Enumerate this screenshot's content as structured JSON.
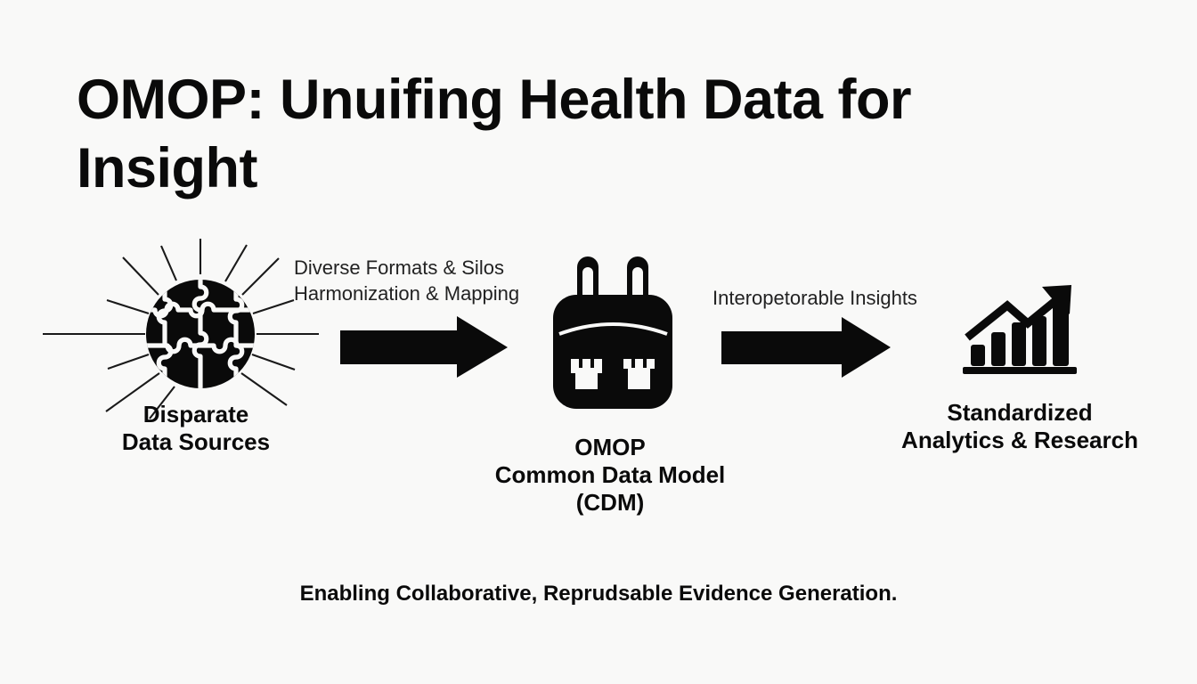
{
  "slide": {
    "background_color": "#f9f9f8",
    "ink_color": "#0a0a0a",
    "title": "OMOP: Unuifing Health Data for Insight",
    "tagline": "Enabling Collaborative, Reprudsable Evidence Generation."
  },
  "diagram": {
    "type": "flow",
    "direction": "left-to-right",
    "stages": [
      {
        "id": "sources",
        "icon": "puzzle-sphere-icon",
        "label": "Disparate\nData Sources"
      },
      {
        "id": "cdm",
        "icon": "database-plug-icon",
        "label": "OMOP\nCommon Data Model\n(CDM)"
      },
      {
        "id": "analytics",
        "icon": "growth-bar-chart-icon",
        "label": "Standardized\nAnalytics & Research"
      }
    ],
    "flows": [
      {
        "id": "flow-1",
        "from": "sources",
        "to": "cdm",
        "icon": "right-arrow-icon",
        "caption": "Diverse Formats & Silos\nHarmonization & Mapping"
      },
      {
        "id": "flow-2",
        "from": "cdm",
        "to": "analytics",
        "icon": "right-arrow-icon",
        "caption": "Interopetorable Insights"
      }
    ]
  }
}
